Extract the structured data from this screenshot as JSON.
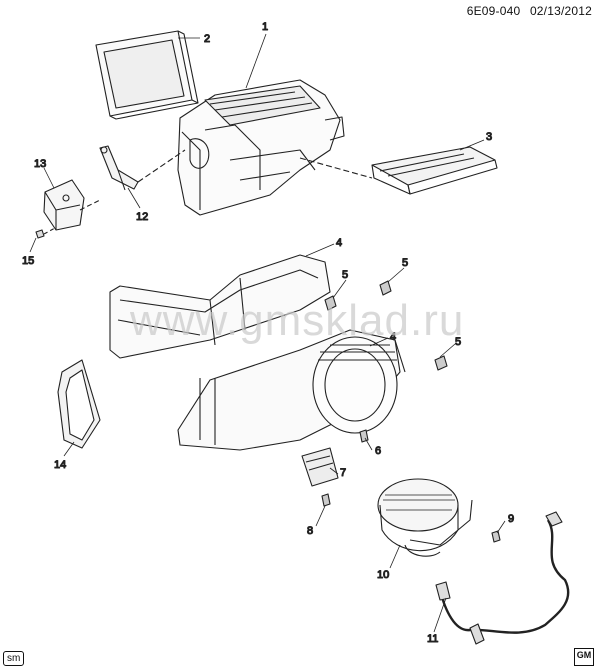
{
  "header": {
    "diagram_id": "6E09-040",
    "date": "02/13/2012"
  },
  "watermark": "www.gmsklad.ru",
  "footer": {
    "tag": "sm",
    "logo": "GM"
  },
  "callouts": [
    "1",
    "2",
    "3",
    "4",
    "4",
    "5",
    "5",
    "5",
    "6",
    "7",
    "8",
    "9",
    "10",
    "11",
    "12",
    "13",
    "14",
    "15"
  ]
}
